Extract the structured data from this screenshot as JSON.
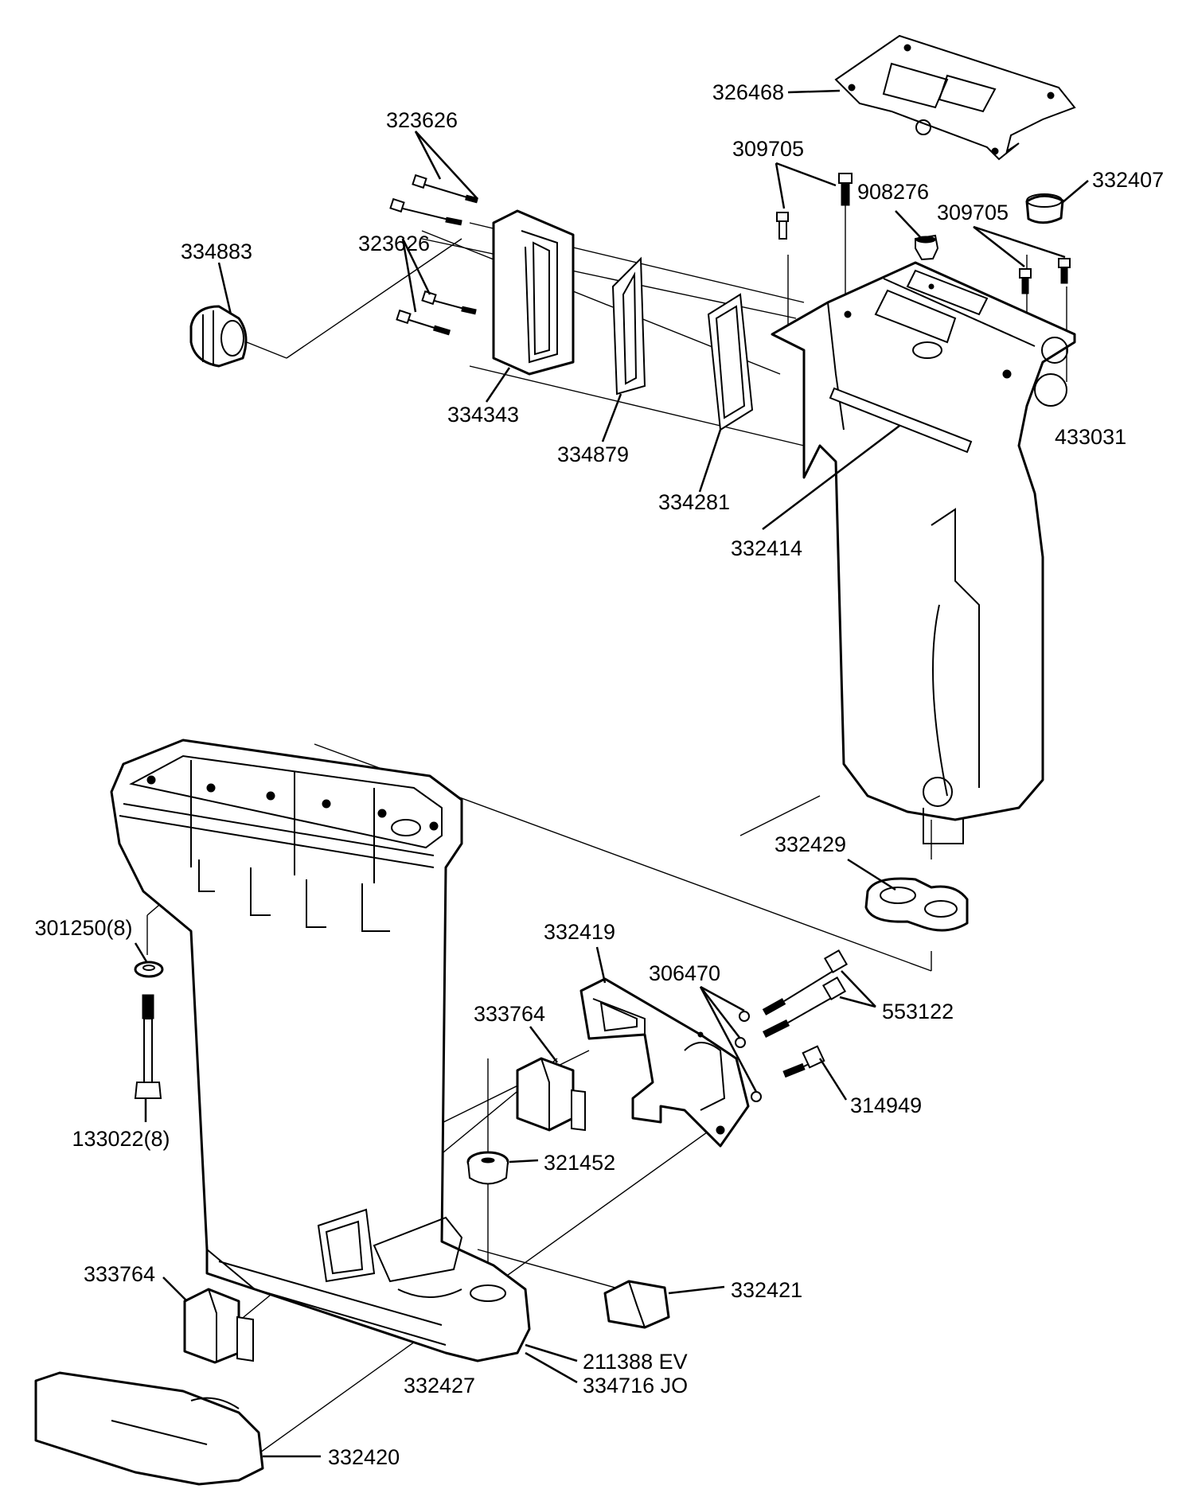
{
  "labels": {
    "p326468": "326468",
    "p323626_top": "323626",
    "p309705_top": "309705",
    "p908276": "908276",
    "p332407": "332407",
    "p309705_right": "309705",
    "p334883": "334883",
    "p323626_mid": "323626",
    "p334343": "334343",
    "p334879": "334879",
    "p334281": "334281",
    "p433031": "433031",
    "p332414": "332414",
    "p332429": "332429",
    "p301250": "301250(8)",
    "p332419": "332419",
    "p306470": "306470",
    "p553122": "553122",
    "p333764_upper": "333764",
    "p314949": "314949",
    "p133022": "133022(8)",
    "p321452": "321452",
    "p333764_lower": "333764",
    "p332421": "332421",
    "p211388": "211388 EV",
    "p334716": "334716 JO",
    "p332427": "332427",
    "p332420": "332420"
  }
}
